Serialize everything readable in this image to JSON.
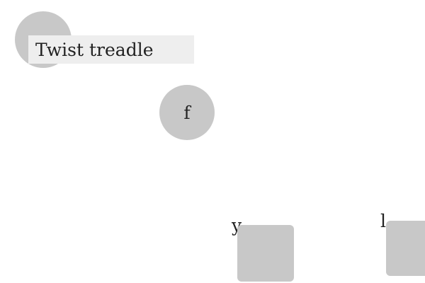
{
  "title": "Twist treadle",
  "nodes": {
    "f": "f",
    "y": "y",
    "l": "l"
  },
  "colors": {
    "shape_fill": "#c8c8c8",
    "banner_fill": "#eeeeee",
    "text": "#222222"
  }
}
